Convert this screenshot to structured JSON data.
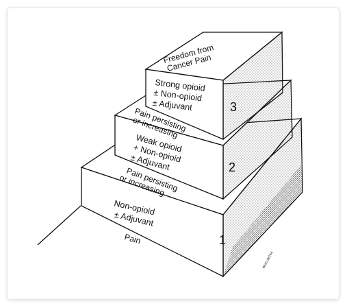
{
  "diagram": {
    "steps": [
      {
        "number": "1",
        "lines": [
          "Non-opioid",
          "± Adjuvant"
        ]
      },
      {
        "number": "2",
        "lines": [
          "Weak opioid",
          "+ Non-opioid",
          "± Adjuvant"
        ]
      },
      {
        "number": "3",
        "lines": [
          "Strong opioid",
          "± Non-opioid",
          "± Adjuvant"
        ]
      }
    ],
    "start_label": "Pain",
    "transitions": [
      [
        "Pain persisting",
        "or increasing"
      ],
      [
        "Pain persisting",
        "or increasing"
      ]
    ],
    "goal_lines": [
      "Freedom from",
      "Cancer Pain"
    ],
    "code": "WHO 86744"
  },
  "colors": {
    "ink": "#111111",
    "frame_shadow": "#e6e6e6"
  }
}
